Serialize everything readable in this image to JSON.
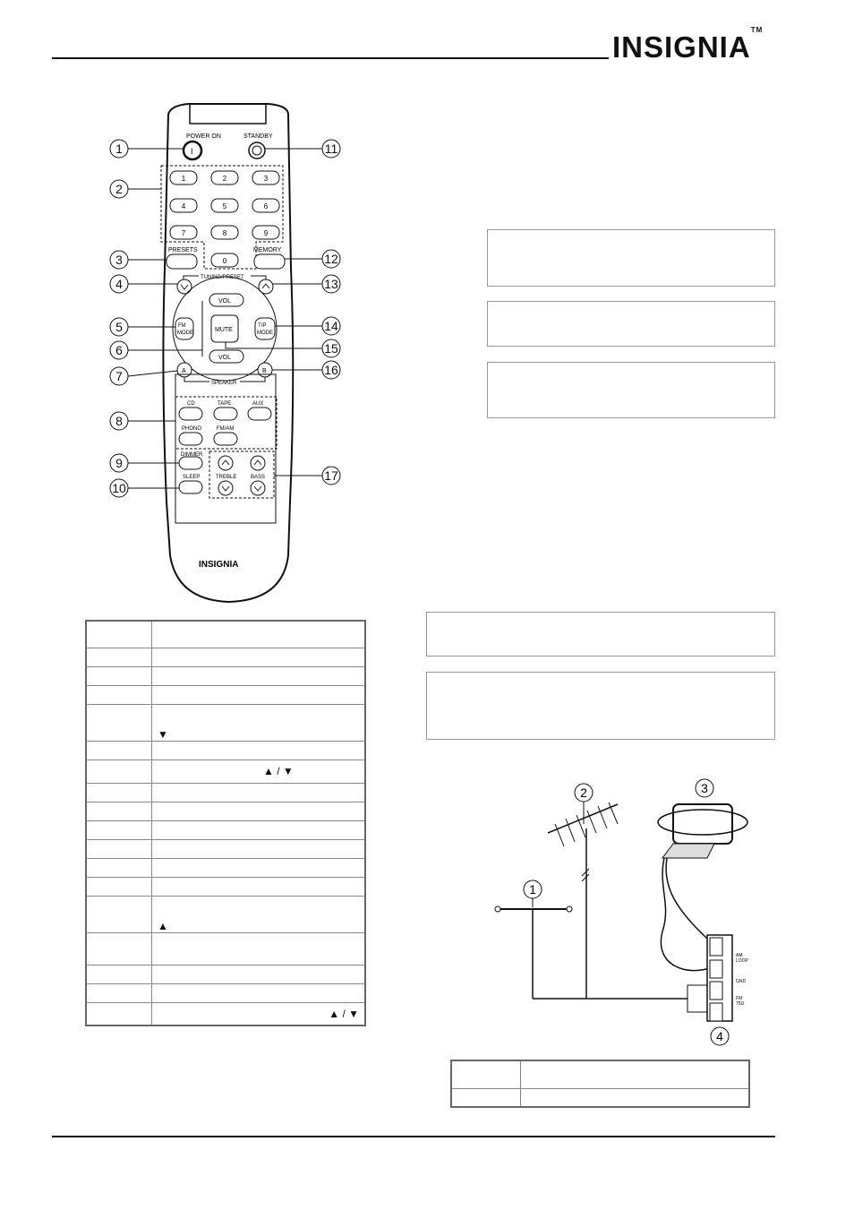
{
  "header": {
    "brand": "INSIGNIA",
    "tm": "TM"
  },
  "remote": {
    "callouts": [
      "1",
      "2",
      "3",
      "4",
      "5",
      "6",
      "7",
      "8",
      "9",
      "10",
      "11",
      "12",
      "13",
      "14",
      "15",
      "16",
      "17"
    ],
    "labels": {
      "power_on": "POWER ON",
      "power_on_glyph": "I",
      "standby": "STANDBY",
      "digits": [
        "1",
        "2",
        "3",
        "4",
        "5",
        "6",
        "7",
        "8",
        "9",
        "0"
      ],
      "presets": "PRESETS",
      "memory": "MEMORY",
      "tuning_preset": "TUNING/PRESET",
      "vol": "VOL",
      "fm_mode_1": "FM",
      "fm_mode_2": "MODE",
      "tp_mode_1": "T/P",
      "tp_mode_2": "MODE",
      "mute": "MUTE",
      "a": "A",
      "b": "B",
      "speaker": "SPEAKER",
      "cd": "CD",
      "tape": "TAPE",
      "aux": "AUX",
      "phono": "PHONO",
      "fmam": "FM/AM",
      "dimmer": "DIMMER",
      "sleep": "SLEEP",
      "treble": "TREBLE",
      "bass": "BASS",
      "brand": "INSIGNIA"
    }
  },
  "antenna": {
    "callouts": [
      "1",
      "2",
      "3",
      "4"
    ],
    "terminals": {
      "am": "AM",
      "loop": "LOOP",
      "gnd": "GND",
      "fm": "FM",
      "ohm": "75Ω"
    }
  },
  "arrows": {
    "down": "▼",
    "up": "▲",
    "updown": "▲ / ▼",
    "updown2": "▲ / ▼"
  }
}
